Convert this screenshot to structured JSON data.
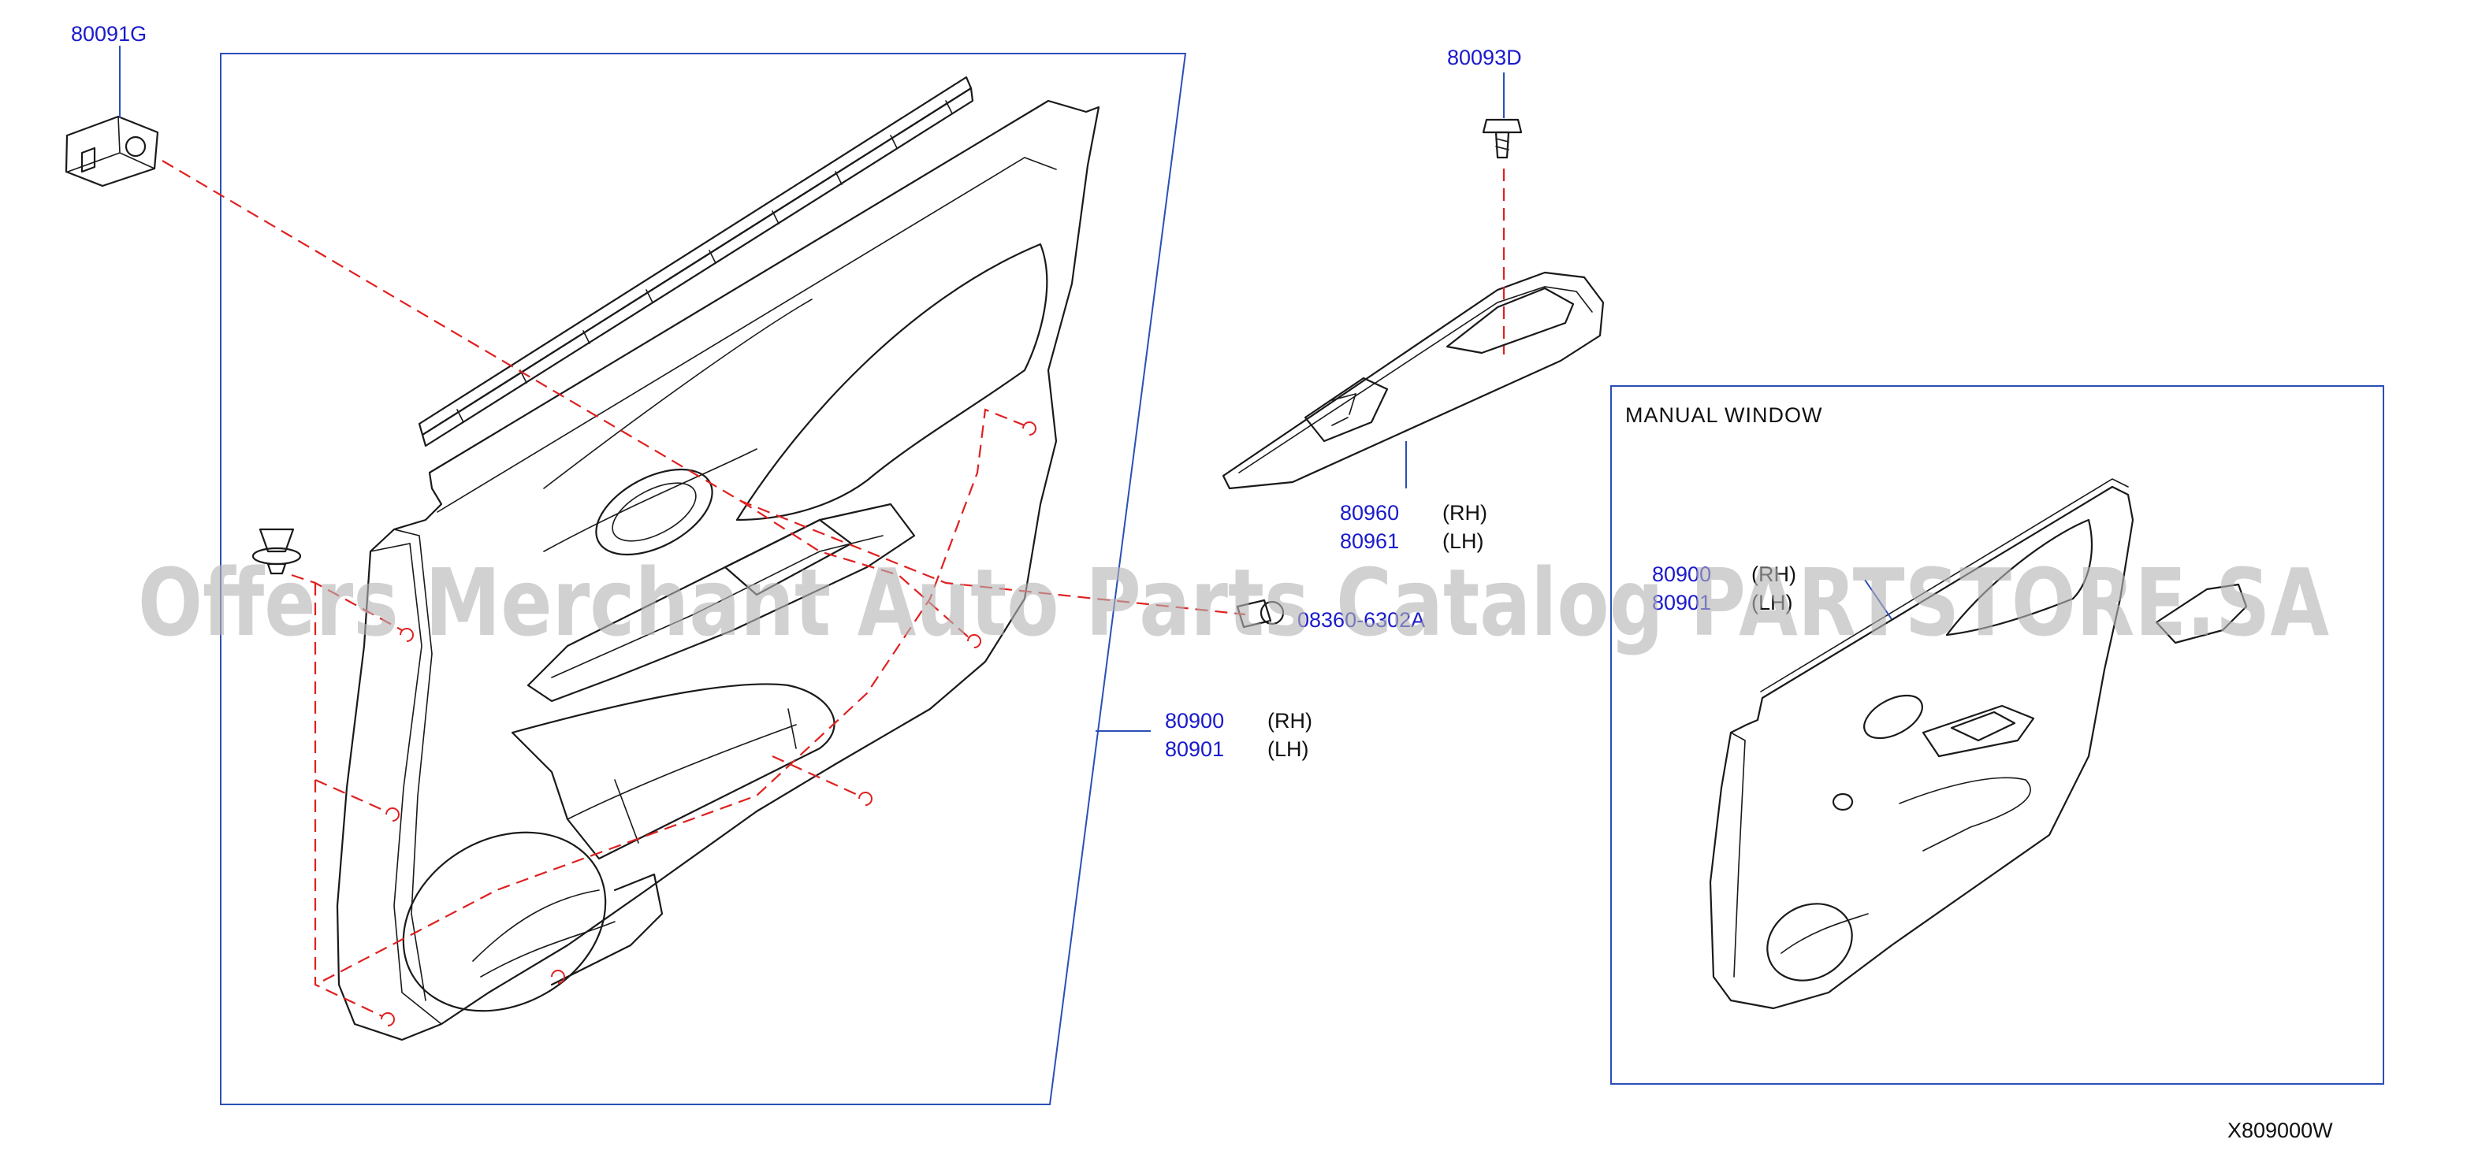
{
  "callouts": {
    "clip_top": "80091G",
    "screw_top": "80093D",
    "switch_finisher_rh": "80960",
    "switch_finisher_lh": "80961",
    "switch_rh_tag": "(RH)",
    "switch_lh_tag": "(LH)",
    "trim_rh": "80900",
    "trim_lh": "80901",
    "trim_rh_tag": "(RH)",
    "trim_lh_tag": "(LH)",
    "clip_side": "08360-6302A",
    "inset_rh": "80900",
    "inset_lh": "80901",
    "inset_rh_tag": "(RH)",
    "inset_lh_tag": "(LH)"
  },
  "inset_title": "MANUAL   WINDOW",
  "figure_code": "X809000W",
  "watermark": "Offers Merchant Auto Parts Catalog PARTSTORE.SA",
  "colors": {
    "callout_text": "#1a1acc",
    "frame_line": "#2a4fb8",
    "dashed_leader": "#e02020",
    "part_outline": "#1a1a1a"
  }
}
